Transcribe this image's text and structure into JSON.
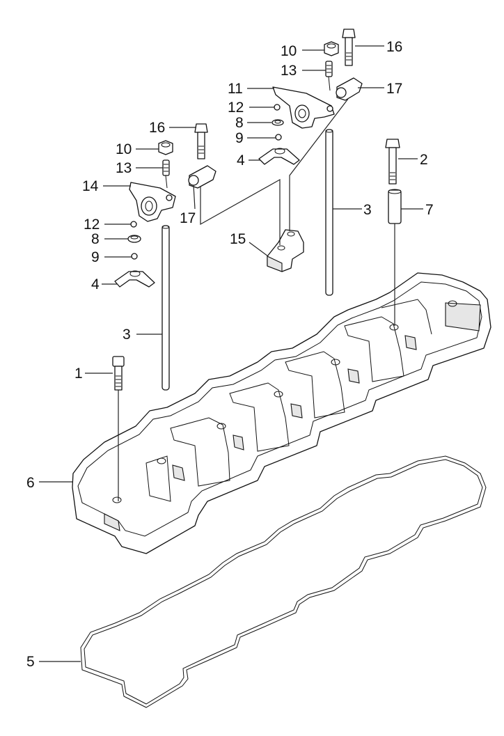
{
  "callouts": {
    "c1": "1",
    "c2": "2",
    "c3a": "3",
    "c3b": "3",
    "c4a": "4",
    "c4b": "4",
    "c5": "5",
    "c6": "6",
    "c7": "7",
    "c8a": "8",
    "c8b": "8",
    "c9a": "9",
    "c9b": "9",
    "c10a": "10",
    "c10b": "10",
    "c11": "11",
    "c12a": "12",
    "c12b": "12",
    "c13a": "13",
    "c13b": "13",
    "c14": "14",
    "c15": "15",
    "c16a": "16",
    "c16b": "16",
    "c17a": "17",
    "c17b": "17"
  },
  "colors": {
    "line": "#111111",
    "background": "#ffffff"
  }
}
